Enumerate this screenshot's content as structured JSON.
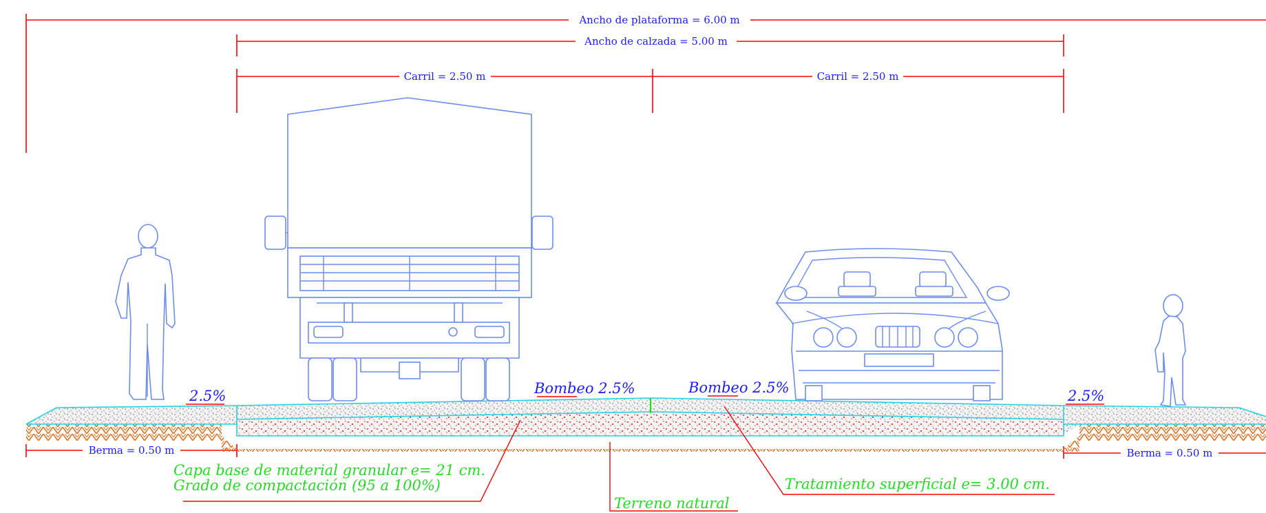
{
  "dimensions": {
    "platform": "Ancho de plataforma = 6.00 m",
    "roadway": "Ancho de calzada = 5.00 m",
    "lane_left": "Carril = 2.50 m",
    "lane_right": "Carril = 2.50 m",
    "shoulder_left": "Berma = 0.50 m",
    "shoulder_right": "Berma = 0.50 m"
  },
  "slopes": {
    "left_shoulder": "2.5%",
    "right_shoulder": "2.5%",
    "crown_left": "Bombeo 2.5%",
    "crown_right": "Bombeo 2.5%"
  },
  "notes": {
    "base_layer_line1": "Capa base de material granular e= 21 cm.",
    "base_layer_line2": "Grado de compactación (95 a 100%)",
    "surface_treatment": "Tratamiento superficial e= 3.00 cm.",
    "natural_ground": "Terreno natural"
  },
  "colors": {
    "dimension_lines": "#ff0000",
    "dimension_text": "#1a1aff",
    "vehicles": "#6b8cf0",
    "layer_outline": "#22d3e6",
    "notes": "#22dd22",
    "subgrade": "#e07020"
  }
}
